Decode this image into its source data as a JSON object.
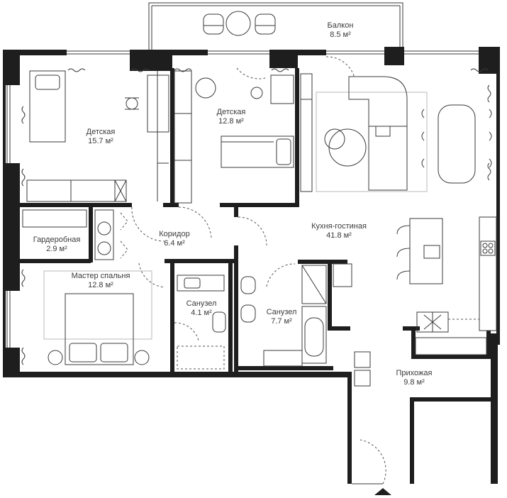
{
  "rooms": [
    {
      "id": "balcony",
      "name": "Балкон",
      "area": "8.5 м²"
    },
    {
      "id": "kids1",
      "name": "Детская",
      "area": "15.7 м²"
    },
    {
      "id": "kids2",
      "name": "Детская",
      "area": "12.8 м²"
    },
    {
      "id": "wardrobe",
      "name": "Гардеробная",
      "area": "2.9 м²"
    },
    {
      "id": "corridor",
      "name": "Коридор",
      "area": "6.4 м²"
    },
    {
      "id": "kitchen",
      "name": "Кухня-гостиная",
      "area": "41.8 м²"
    },
    {
      "id": "master",
      "name": "Мастер спальня",
      "area": "12.8 м²"
    },
    {
      "id": "bath1",
      "name": "Санузел",
      "area": "4.1 м²"
    },
    {
      "id": "bath2",
      "name": "Санузел",
      "area": "7.7 м²"
    },
    {
      "id": "hall",
      "name": "Прихожая",
      "area": "9.8 м²"
    }
  ],
  "entrance_icon": "triangle-up-arrow-icon",
  "colors": {
    "wall": "#1e1e1e",
    "line": "#3a3a3a",
    "text": "#3a3a3a"
  }
}
